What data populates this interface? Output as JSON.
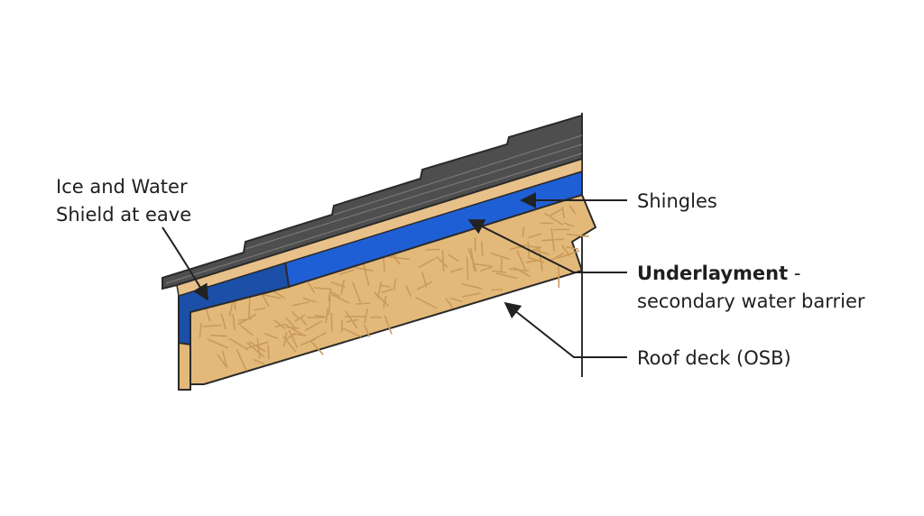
{
  "labels": {
    "ice_shield": {
      "line1": "Ice and Water",
      "line2": "Shield at eave"
    },
    "shingles": "Shingles",
    "underlayment": {
      "bold": "Underlayment",
      "suffix": " -",
      "line2": "secondary water barrier"
    },
    "roof_deck": "Roof deck (OSB)"
  },
  "colors": {
    "osb": "#E3B97A",
    "osb_grain": "#C99A5A",
    "underlayment": "#1F5FD6",
    "ice_shield": "#1B4FA8",
    "shingle": "#4E4E4E",
    "outline": "#2A2A2A",
    "leader": "#222222"
  }
}
